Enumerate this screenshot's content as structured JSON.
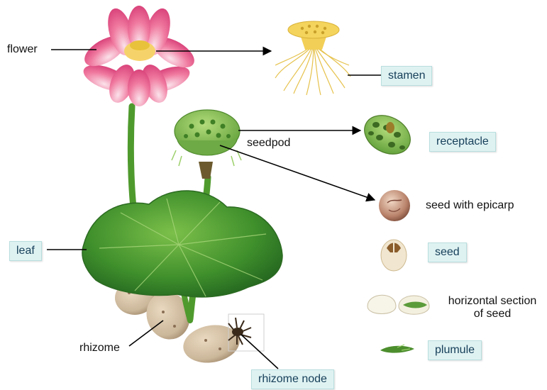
{
  "labels": {
    "flower": "flower",
    "seedpod": "seedpod",
    "leaf": "leaf",
    "rhizome": "rhizome",
    "rhizome_node": "rhizome node",
    "stamen": "stamen",
    "receptacle": "receptacle",
    "seed_with_epicarp": "seed with epicarp",
    "seed": "seed",
    "horizontal_section_line1": "horizontal section",
    "horizontal_section_line2": "of seed",
    "plumule": "plumule"
  },
  "colors": {
    "label_box_bg": "#dff2f2",
    "label_box_border": "#b9dede",
    "label_box_text": "#17405a",
    "petal_pink": "#e9638f",
    "leaf_green": "#3f8f2c",
    "stem_green": "#4f9a2d",
    "rhizome_tan": "#cbb79a"
  }
}
